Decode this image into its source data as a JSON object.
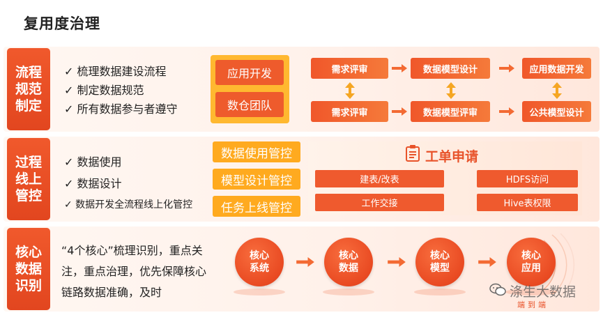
{
  "page_title": "复用度治理",
  "sections": {
    "process": {
      "label": "流程\n规范\n制定",
      "items": [
        "✓ 梳理数据建设流程",
        "✓ 制定数据规范",
        "✓ 所有数据参与者遵守"
      ],
      "roles": [
        "应用开发",
        "数仓团队"
      ],
      "flow": {
        "top": [
          "需求评审",
          "数据模型设计",
          "应用数据开发"
        ],
        "bottom": [
          "需求评审",
          "数据模型评审",
          "公共模型设计"
        ]
      }
    },
    "control": {
      "label": "过程\n线上\n管控",
      "items": [
        "✓ 数据使用",
        "✓ 数据设计",
        "✓ 数据开发全流程线上化管控"
      ],
      "controls": [
        "数据使用管控",
        "模型设计管控",
        "任务上线管控"
      ],
      "ticket": {
        "title": "工单申请",
        "buttons": [
          "建表/改表",
          "HDFS访问",
          "工作交接",
          "Hive表权限"
        ]
      }
    },
    "core": {
      "label": "核心\n数据\n识别",
      "description": "“4个核心”梳理识别，重点关注，重点治理，优先保障核心链路数据准确，及时",
      "circles": [
        "核心\n系统",
        "核心\n数据",
        "核心\n模型",
        "核心\n应用"
      ],
      "end_to_end": "端到端"
    }
  },
  "watermark": "涤生大数据",
  "colors": {
    "primary": "#e94a22",
    "accent": "#ffb830",
    "bg": "#fff3ea"
  }
}
